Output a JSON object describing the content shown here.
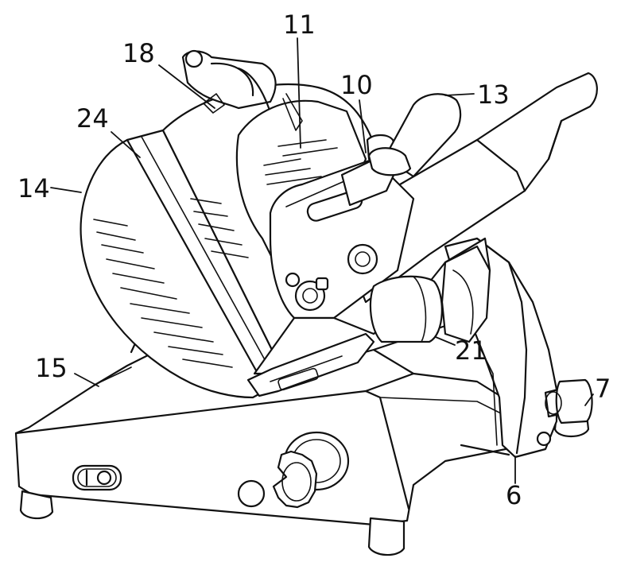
{
  "diagram": {
    "labels": {
      "l6": "6",
      "l7": "7",
      "l10": "10",
      "l11": "11",
      "l13": "13",
      "l14": "14",
      "l15": "15",
      "l18": "18",
      "l21": "21",
      "l24": "24"
    }
  }
}
